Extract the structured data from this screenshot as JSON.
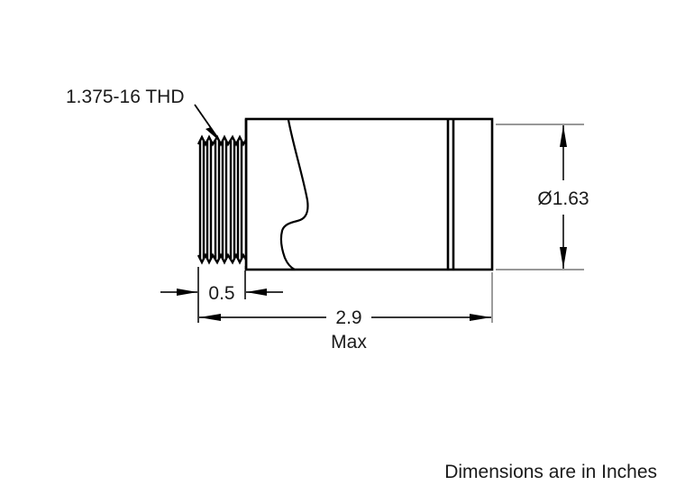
{
  "drawing": {
    "title_note": "1.375-16 THD",
    "footer_note": "Dimensions are in Inches",
    "dimensions": {
      "diameter": {
        "label": "Ø1.63",
        "value": 1.63,
        "type": "diameter",
        "orientation": "vertical"
      },
      "thread_length": {
        "label": "0.5",
        "value": 0.5,
        "type": "linear",
        "orientation": "horizontal"
      },
      "overall_length": {
        "label": "2.9",
        "qualifier": "Max",
        "value": 2.9,
        "type": "linear",
        "orientation": "horizontal"
      }
    },
    "colors": {
      "outline": "#000000",
      "extension": "#8a8a8a",
      "text": "#1a1a1a",
      "background": "#ffffff"
    }
  }
}
